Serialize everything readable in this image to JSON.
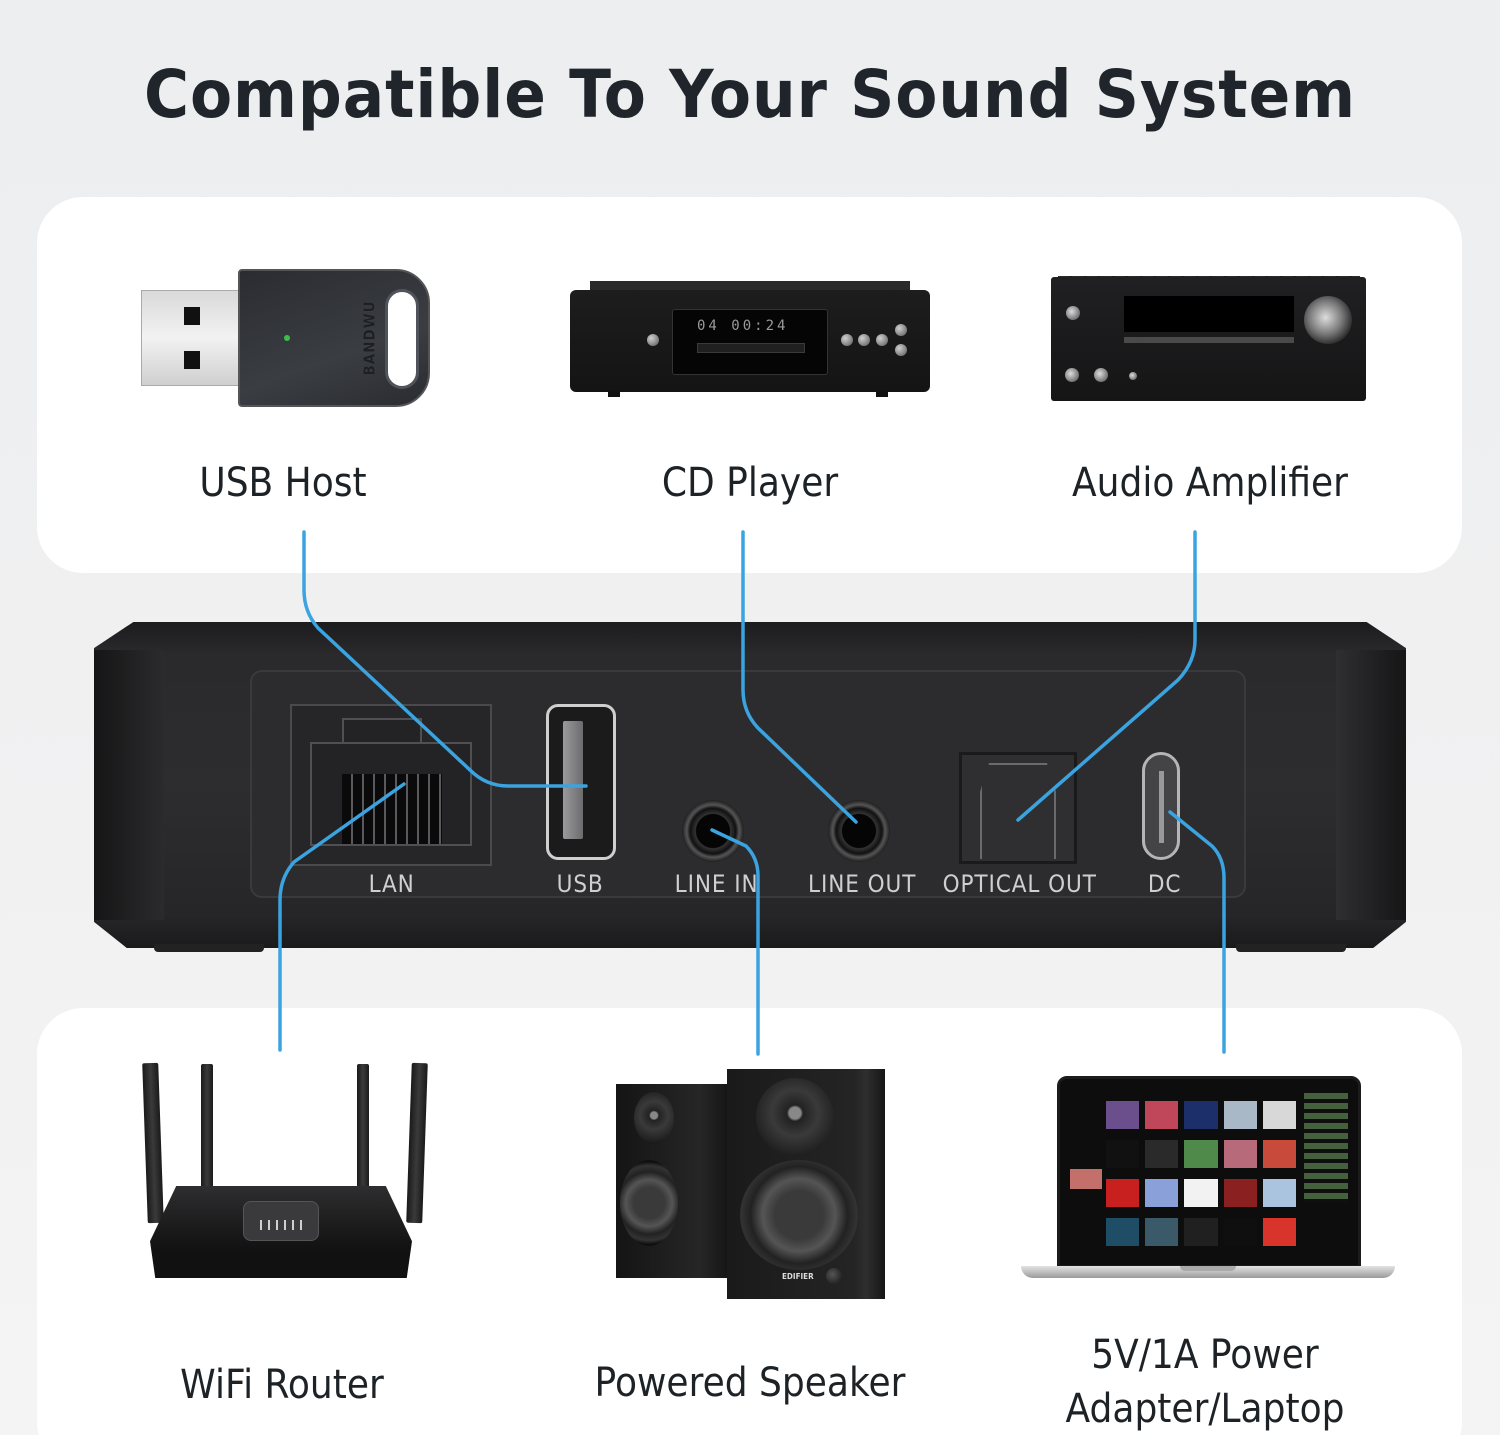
{
  "page": {
    "title": "Compatible To Your Sound System",
    "accent_color": "#3aa3e0",
    "background_color": "#eef0f1",
    "card_color": "#ffffff"
  },
  "top_devices": [
    {
      "id": "usb-host",
      "label": "USB Host",
      "icon": "usb-dongle-icon",
      "brand_text": "BANDWU",
      "connects_to": "USB"
    },
    {
      "id": "cd-player",
      "label": "CD Player",
      "icon": "cd-player-icon",
      "display_text": "04 00:24",
      "connects_to": "LINE OUT"
    },
    {
      "id": "audio-amplifier",
      "label": "Audio Amplifier",
      "icon": "amplifier-icon",
      "connects_to": "OPTICAL OUT"
    }
  ],
  "bottom_devices": [
    {
      "id": "wifi-router",
      "label": "WiFi Router",
      "icon": "router-icon",
      "connects_to": "LAN"
    },
    {
      "id": "powered-speaker",
      "label": "Powered Speaker",
      "icon": "speaker-icon",
      "brand_text": "EDIFIER",
      "connects_to": "LINE IN"
    },
    {
      "id": "power-adapter-laptop",
      "label_line1": "5V/1A Power",
      "label_line2": "Adapter/Laptop",
      "icon": "laptop-icon",
      "connects_to": "DC"
    }
  ],
  "device_ports": [
    {
      "id": "lan",
      "label": "LAN"
    },
    {
      "id": "usb",
      "label": "USB"
    },
    {
      "id": "line-in",
      "label": "LINE IN"
    },
    {
      "id": "line-out",
      "label": "LINE OUT"
    },
    {
      "id": "optical-out",
      "label": "OPTICAL OUT"
    },
    {
      "id": "dc",
      "label": "DC"
    }
  ]
}
